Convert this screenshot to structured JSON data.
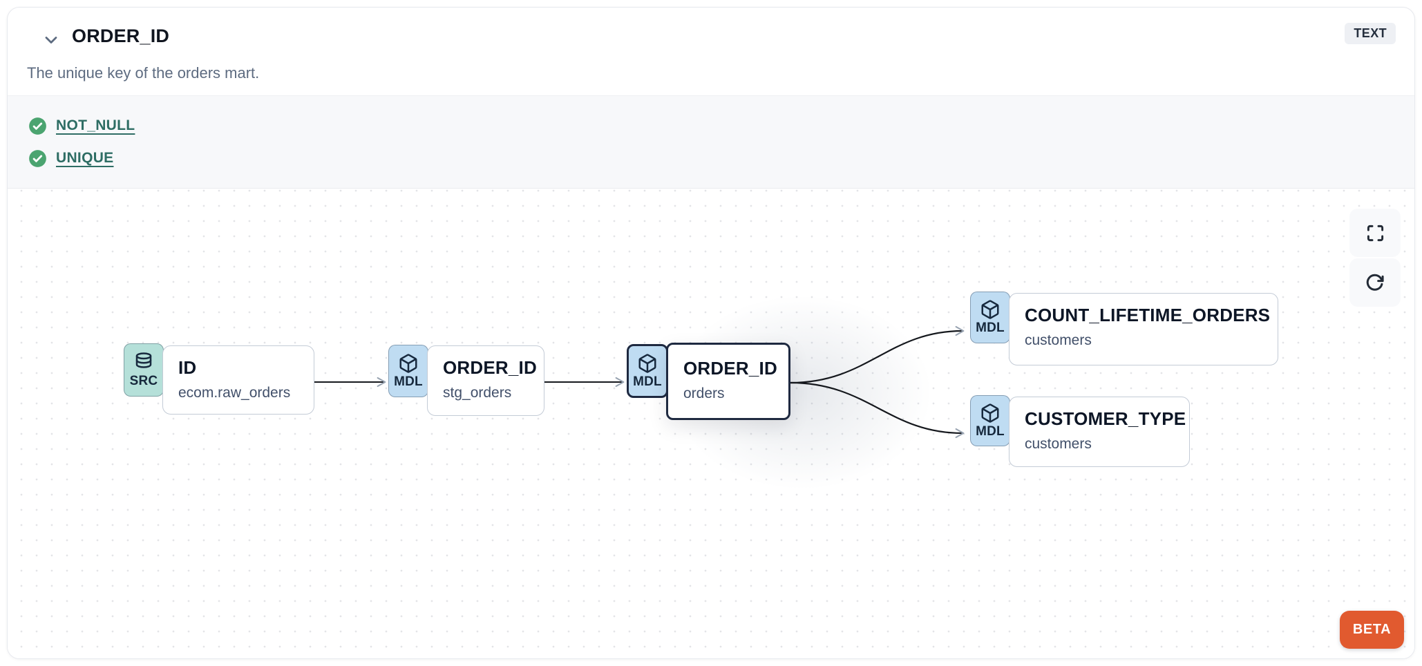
{
  "header": {
    "title": "ORDER_ID",
    "type_badge": "TEXT",
    "description": "The unique key of the orders mart."
  },
  "tests": {
    "items": [
      {
        "label": "NOT_NULL",
        "status": "pass",
        "icon": "check-circle-icon"
      },
      {
        "label": "UNIQUE",
        "status": "pass",
        "icon": "check-circle-icon"
      }
    ]
  },
  "lineage": {
    "nodes": [
      {
        "kind": "SRC",
        "icon": "database-icon",
        "title": "ID",
        "subtitle": "ecom.raw_orders",
        "selected": false
      },
      {
        "kind": "MDL",
        "icon": "cube-icon",
        "title": "ORDER_ID",
        "subtitle": "stg_orders",
        "selected": false
      },
      {
        "kind": "MDL",
        "icon": "cube-icon",
        "title": "ORDER_ID",
        "subtitle": "orders",
        "selected": true
      },
      {
        "kind": "MDL",
        "icon": "cube-icon",
        "title": "COUNT_LIFETIME_ORDERS",
        "subtitle": "customers",
        "selected": false
      },
      {
        "kind": "MDL",
        "icon": "cube-icon",
        "title": "CUSTOMER_TYPE",
        "subtitle": "customers",
        "selected": false
      }
    ],
    "controls": {
      "expand_icon": "fullscreen-icon",
      "refresh_icon": "refresh-icon"
    },
    "beta_label": "BETA"
  },
  "colors": {
    "accent_orange": "#e15a2f",
    "src_badge": "#b5e0d9",
    "mdl_badge": "#bfdcf2",
    "test_link": "#2e6d64",
    "pass_green": "#4ba470",
    "tests_bg": "#f7f8fa",
    "selected_border": "#1e2940"
  }
}
